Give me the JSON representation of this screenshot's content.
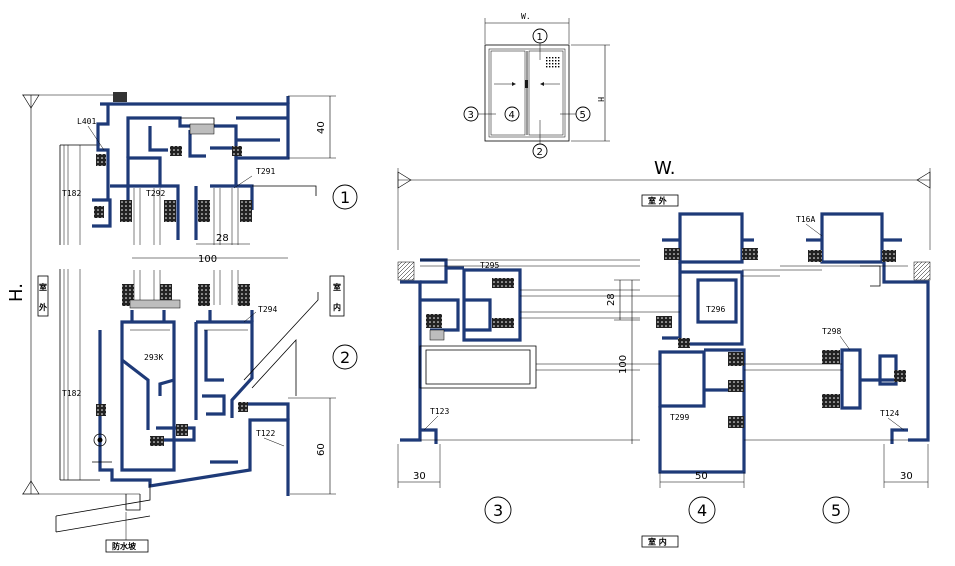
{
  "labels": {
    "height_left": "H.",
    "width_top": "W.",
    "width_mid": "W.",
    "height_key": "H",
    "width_key": "W."
  },
  "profile_codes": {
    "l401": "L401",
    "t182a": "T182",
    "t182b": "T182",
    "t292": "T292",
    "t291": "T291",
    "t294": "T294",
    "c293k": "293K",
    "t122": "T122",
    "t295": "T295",
    "t296": "T296",
    "t299": "T299",
    "t123": "T123",
    "t716a": "T16A",
    "t298": "T298",
    "t124": "T124"
  },
  "dimensions": {
    "d40": "40",
    "d28a": "28",
    "d100a": "100",
    "d60": "60",
    "d28b": "28",
    "d100b": "100",
    "d30a": "30",
    "d50": "50",
    "d30b": "30"
  },
  "callouts": {
    "c1": "1",
    "c2": "2",
    "c3": "3",
    "c4": "4",
    "c5": "5",
    "k1": "1",
    "k2": "2",
    "k3": "3",
    "k4": "4",
    "k5": "5"
  },
  "side_tags": {
    "outside_left": [
      "室",
      "外"
    ],
    "inside_left": [
      "室",
      "内"
    ],
    "outside_top": "室 外",
    "inside_bottom": "室 内",
    "sill_note": "防水坡"
  }
}
